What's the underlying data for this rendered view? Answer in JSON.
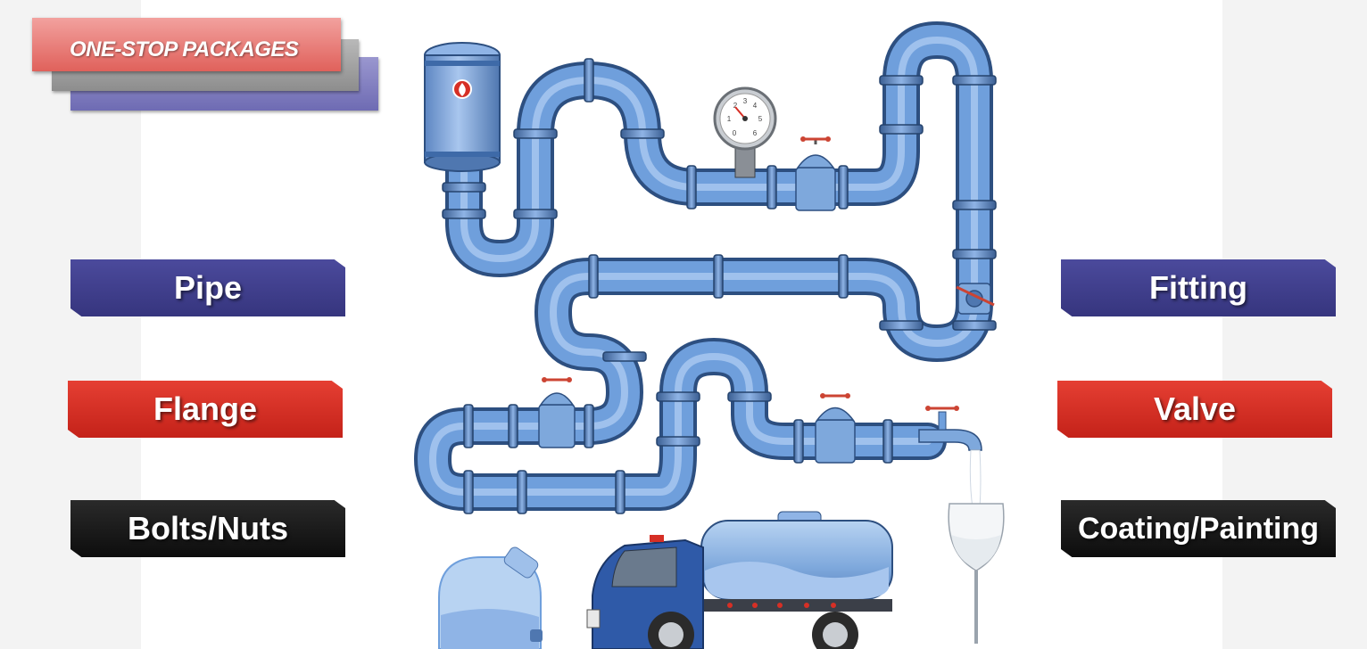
{
  "banner": {
    "title": "ONE-STOP PACKAGES"
  },
  "categories": {
    "left": [
      {
        "label": "Pipe",
        "color": "#3f3e8e"
      },
      {
        "label": "Flange",
        "color": "#d62f25"
      },
      {
        "label": "Bolts/Nuts",
        "color": "#141414"
      }
    ],
    "right": [
      {
        "label": "Fitting",
        "color": "#3f3e8e"
      },
      {
        "label": "Valve",
        "color": "#d62f25"
      },
      {
        "label": "Coating/Painting",
        "color": "#141414"
      }
    ]
  },
  "illustration": {
    "pipe_color": "#6f9fdc",
    "icons": [
      "fire-icon",
      "pressure-gauge-icon",
      "gate-valve-icon",
      "faucet-icon",
      "water-jug-icon",
      "tanker-truck-icon",
      "wine-glass-icon"
    ],
    "gauge_numbers": [
      "0",
      "1",
      "2",
      "3",
      "4",
      "5",
      "6"
    ]
  }
}
